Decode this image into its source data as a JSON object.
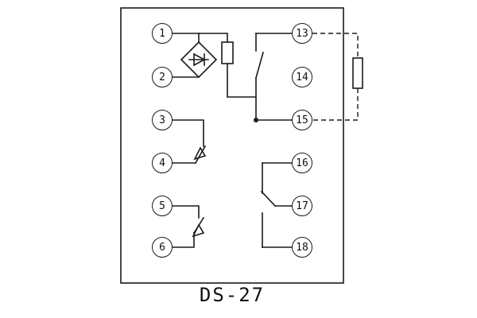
{
  "title": "DS-27",
  "terminals": {
    "left": [
      "1",
      "2",
      "3",
      "4",
      "5",
      "6"
    ],
    "right": [
      "13",
      "14",
      "15",
      "16",
      "17",
      "18"
    ]
  },
  "symbols": {
    "rectifier": "diode-bridge",
    "coil": "relay-coil-rectangle",
    "resistor": "external-resistor-rectangle",
    "contacts": [
      "contact-13-15",
      "contact-3-4",
      "contact-5-6",
      "contact-16-17-18"
    ]
  },
  "colors": {
    "line": "#1a1a1a",
    "background": "#ffffff"
  }
}
